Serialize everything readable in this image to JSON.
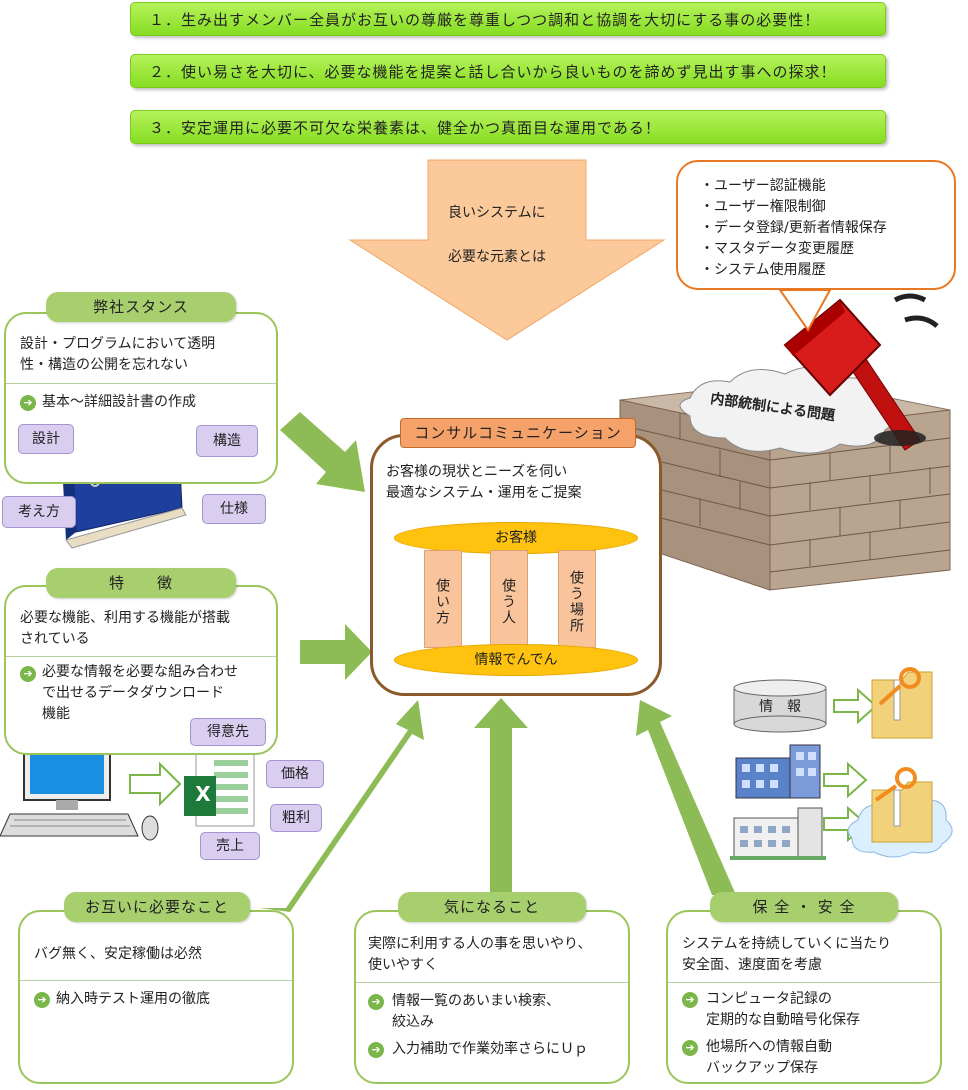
{
  "banners": [
    "１．生み出すメンバー全員がお互いの尊厳を尊重しつつ調和と協調を大切にする事の必要性！",
    "２．使い易さを大切に、必要な機能を提案と話し合いから良いものを諦めず見出す事への探求！",
    "３．安定運用に必要不可欠な栄養素は、健全かつ真面目な運用である！"
  ],
  "arrow": {
    "line1": "良いシステムに",
    "line2": "必要な元素とは"
  },
  "risk_list": [
    "・ユーザー認証機能",
    "・ユーザー権限制御",
    "・データ登録/更新者情報保存",
    "・マスタデータ変更履歴",
    "・システム使用履歴"
  ],
  "cloud_label": "内部統制による問題",
  "stance": {
    "title": "弊社スタンス",
    "text1": "設計・プログラムにおいて透明",
    "text2": "性・構造の公開を忘れない",
    "bullet": "基本～詳細設計書の作成",
    "tags": {
      "design": "設計",
      "structure": "構造",
      "thinking": "考え方",
      "spec": "仕様"
    }
  },
  "features": {
    "title": "特　　徴",
    "text1": "必要な機能、利用する機能が搭載",
    "text2": "されている",
    "bullet1": "必要な情報を必要な組み合わせ",
    "bullet2": "で出せるデータダウンロード",
    "bullet3": "機能",
    "tags": {
      "customer": "得意先",
      "price": "価格",
      "margin": "粗利",
      "sales": "売上"
    },
    "excel_letter": "X"
  },
  "consult": {
    "title": "コンサルコミュニケーション",
    "text1": "お客様の現状とニーズを伺い",
    "text2": "最適なシステム・運用をご提案",
    "top": "お客様",
    "pillars": [
      "使い方",
      "使う人",
      "使う場所"
    ],
    "bottom": "情報でんでん"
  },
  "info_db": "情　報",
  "mutual": {
    "title": "お互いに必要なこと",
    "text": "バグ無く、安定稼働は必然",
    "bullet": "納入時テスト運用の徹底"
  },
  "concern": {
    "title": "気になること",
    "text1": "実際に利用する人の事を思いやり、",
    "text2": "使いやすく",
    "bullet1a": "情報一覧のあいまい検索、",
    "bullet1b": "絞込み",
    "bullet2": "入力補助で作業効率さらにＵｐ"
  },
  "security": {
    "title": "保 全 ・ 安 全",
    "text1": "システムを持続していくに当たり",
    "text2": "安全面、速度面を考慮",
    "bullet1a": "コンピュータ記録の",
    "bullet1b": "定期的な自動暗号化保存",
    "bullet2a": "他場所への情報自動",
    "bullet2b": "バックアップ保存"
  },
  "colors": {
    "banner": "#98e83a",
    "panel_border": "#9bc55a",
    "tab": "#a8cf6e",
    "consult_border": "#8b5a2b",
    "accent_orange": "#e87722",
    "arrow": "#fbc99a"
  }
}
